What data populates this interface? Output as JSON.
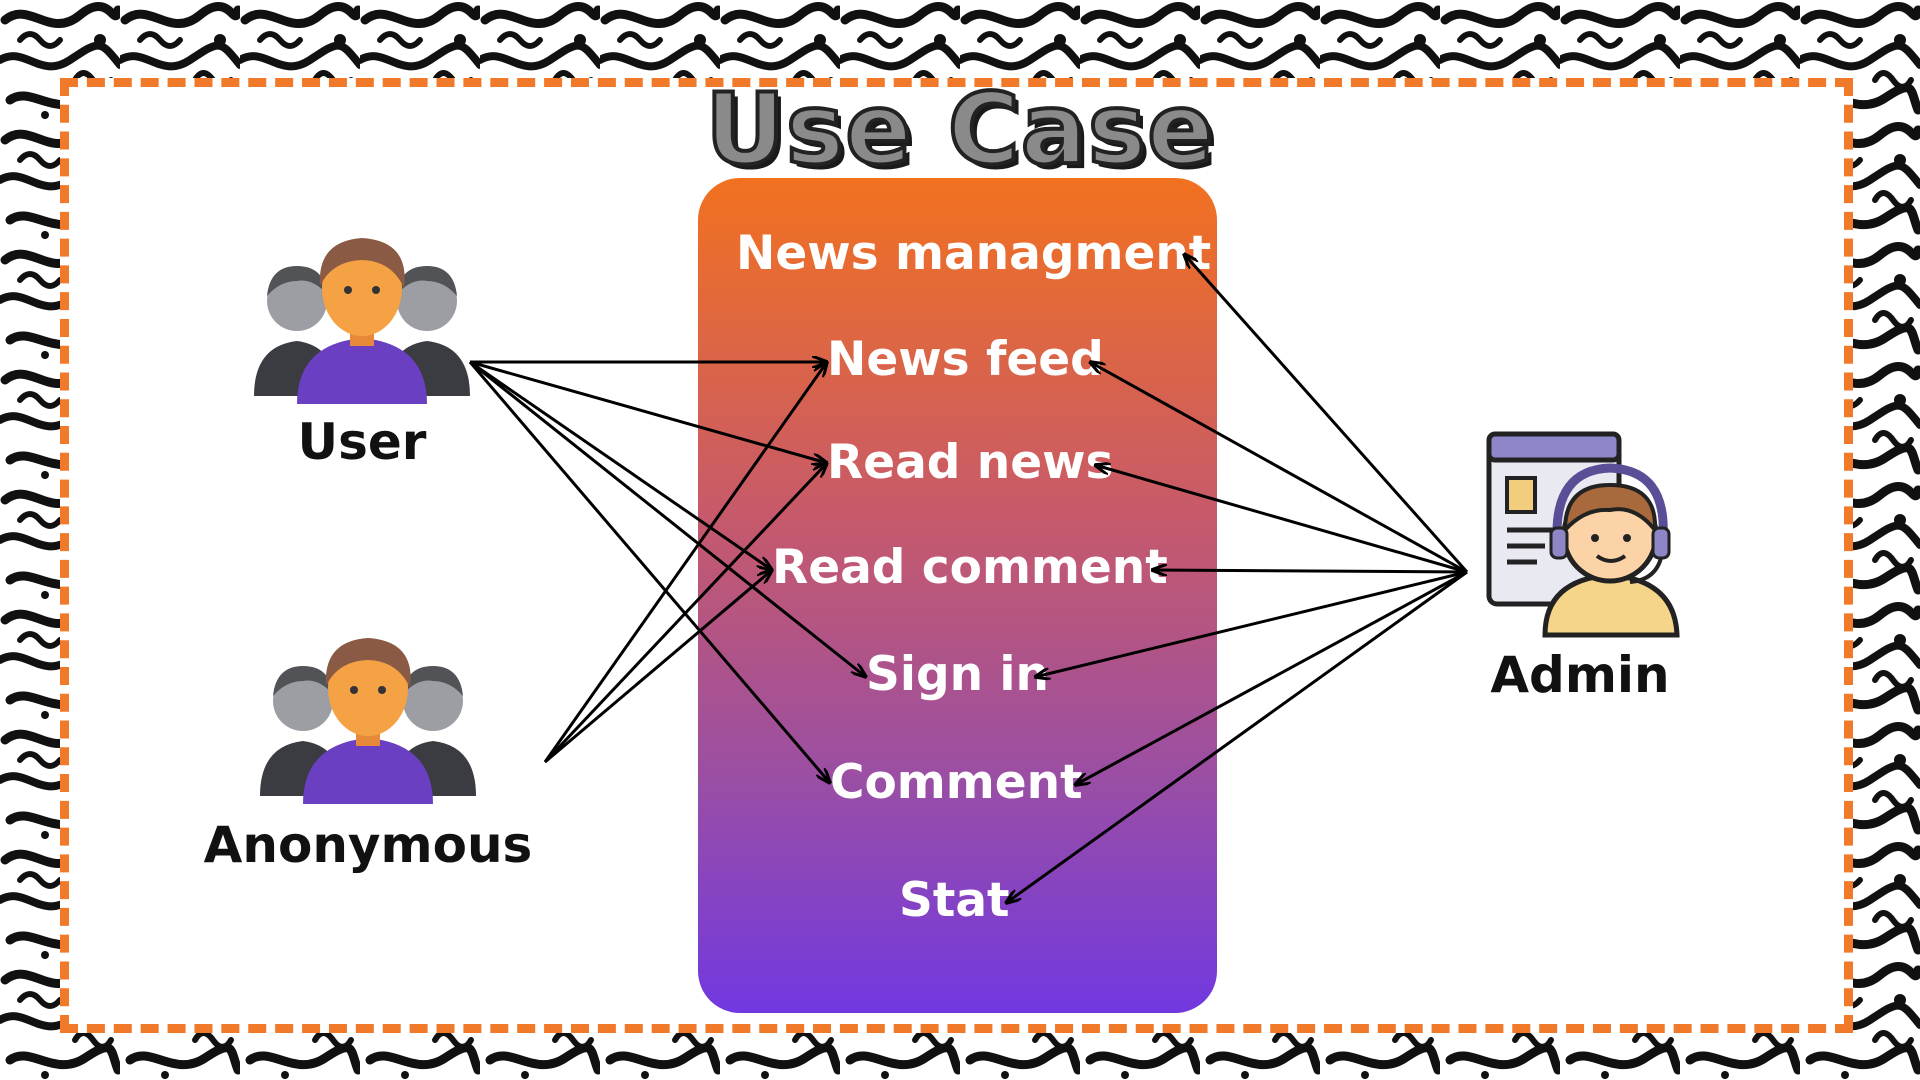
{
  "title": "Use Case",
  "colors": {
    "frame_border": "#f07a2a",
    "box_top": "#f2711f",
    "box_bottom": "#7138e0",
    "use_case_text": "#ffffff",
    "arrow": "#000000"
  },
  "actors": {
    "user": {
      "label": "User",
      "icon": "user-group-icon"
    },
    "anonymous": {
      "label": "Anonymous",
      "icon": "user-group-icon"
    },
    "admin": {
      "label": "Admin",
      "icon": "support-agent-icon"
    }
  },
  "use_cases": {
    "news_managment": "News managment",
    "news_feed": "News feed",
    "read_news": "Read news",
    "read_comment": "Read comment",
    "sign_in": "Sign in",
    "comment": "Comment",
    "stat": "Stat"
  },
  "associations": [
    {
      "from": "user",
      "to": "news_feed"
    },
    {
      "from": "user",
      "to": "read_news"
    },
    {
      "from": "user",
      "to": "read_comment"
    },
    {
      "from": "user",
      "to": "sign_in"
    },
    {
      "from": "user",
      "to": "comment"
    },
    {
      "from": "anonymous",
      "to": "news_feed"
    },
    {
      "from": "anonymous",
      "to": "read_news"
    },
    {
      "from": "anonymous",
      "to": "read_comment"
    },
    {
      "from": "admin",
      "to": "news_managment"
    },
    {
      "from": "admin",
      "to": "news_feed"
    },
    {
      "from": "admin",
      "to": "read_news"
    },
    {
      "from": "admin",
      "to": "read_comment"
    },
    {
      "from": "admin",
      "to": "sign_in"
    },
    {
      "from": "admin",
      "to": "comment"
    },
    {
      "from": "admin",
      "to": "stat"
    }
  ]
}
